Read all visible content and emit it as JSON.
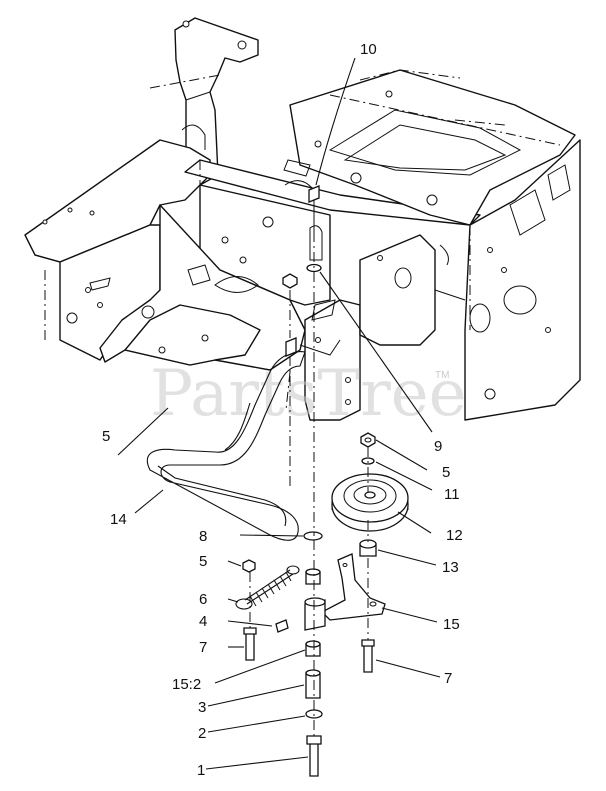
{
  "watermark": "PartsTree",
  "watermark_tm": "TM",
  "callouts": {
    "c10": "10",
    "c9": "9",
    "c5_left": "5",
    "c5_right": "5",
    "c11": "11",
    "c14": "14",
    "c12": "12",
    "c8": "8",
    "c13": "13",
    "c5_spring": "5",
    "c6": "6",
    "c15": "15",
    "c4": "4",
    "c7_left": "7",
    "c7_right": "7",
    "c15_2": "15:2",
    "c3": "3",
    "c2": "2",
    "c1": "1"
  }
}
